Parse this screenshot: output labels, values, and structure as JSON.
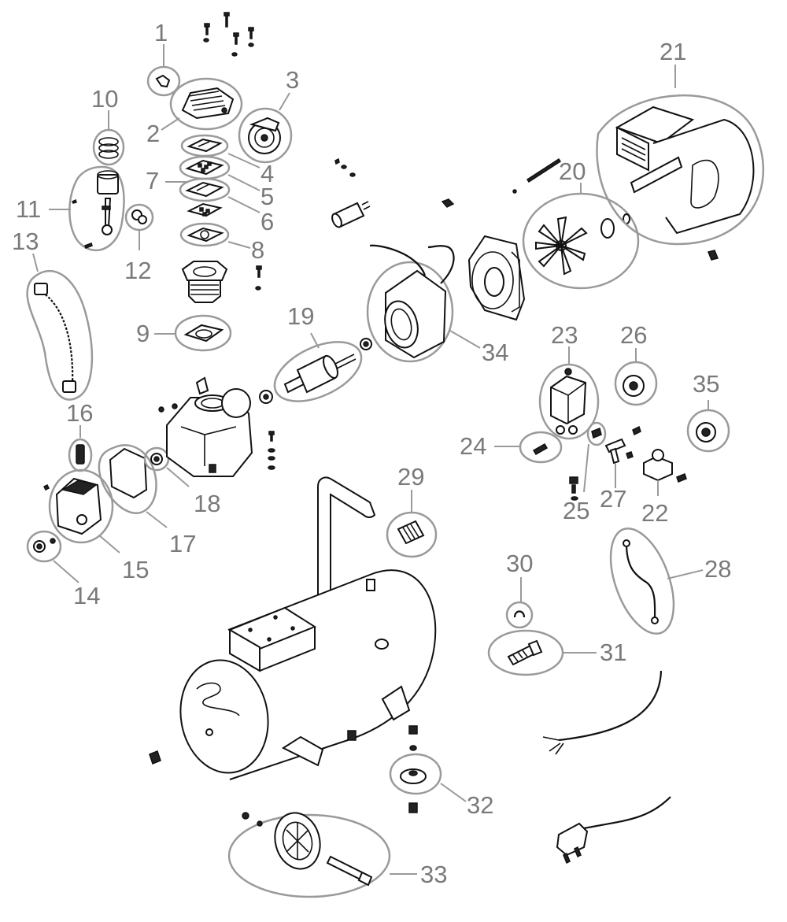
{
  "diagram": {
    "labels": [
      "1",
      "2",
      "3",
      "4",
      "5",
      "6",
      "7",
      "8",
      "9",
      "10",
      "11",
      "12",
      "13",
      "14",
      "15",
      "16",
      "17",
      "18",
      "19",
      "20",
      "21",
      "22",
      "23",
      "24",
      "25",
      "26",
      "27",
      "28",
      "29",
      "30",
      "31",
      "32",
      "33",
      "34",
      "35"
    ]
  },
  "icons": {
    "screw": "screw-icon",
    "gasket": "gasket-icon",
    "valve-plate": "valve-plate-icon",
    "cylinder-head": "cylinder-head-icon",
    "air-filter": "air-filter-icon",
    "piston-rings": "piston-rings-icon",
    "connecting-rod": "connecting-rod-icon",
    "hose": "hose-icon",
    "crankcase": "crankcase-icon",
    "rotor": "rotor-icon",
    "stator": "stator-icon",
    "fan": "fan-icon",
    "fan-cover": "fan-cover-icon",
    "pressure-switch": "pressure-switch-icon",
    "gauge": "gauge-icon",
    "tank": "tank-icon",
    "wheel": "wheel-icon",
    "plug": "power-plug-icon"
  }
}
